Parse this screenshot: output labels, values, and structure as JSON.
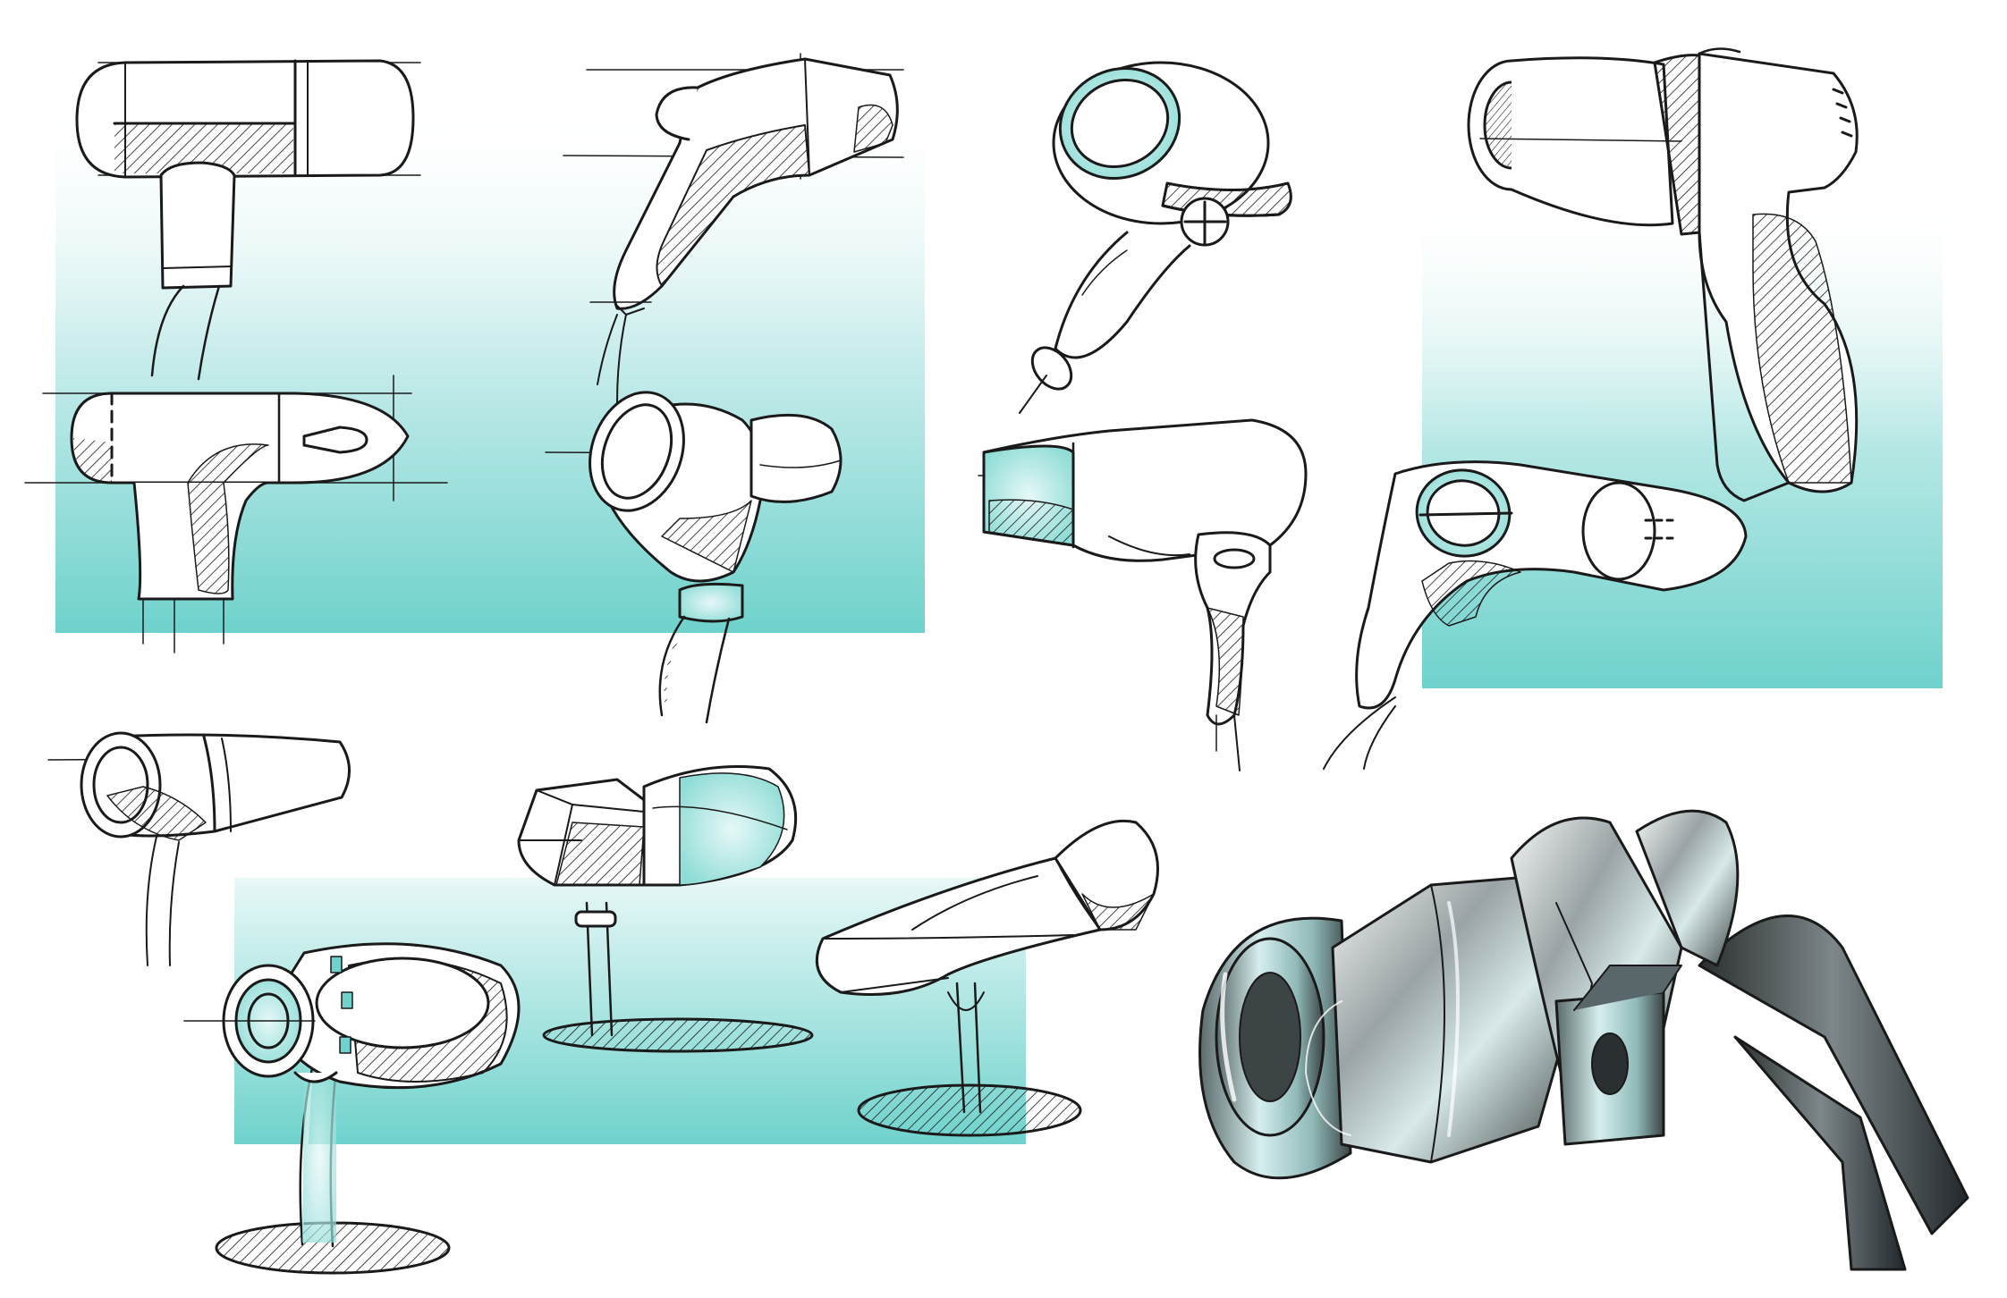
{
  "sheet": {
    "background": "#ffffff",
    "accent_wash": "#6fd2cc",
    "ink": "#1a1a1a",
    "marker_grey": "#5c6466",
    "text": []
  },
  "sketches": [
    {
      "id": "flat-front-view-top",
      "kind": "hair-dryer-sketch"
    },
    {
      "id": "side-view-angled-handle",
      "kind": "hair-dryer-sketch"
    },
    {
      "id": "perspective-nozzle-up",
      "kind": "hair-dryer-sketch"
    },
    {
      "id": "perspective-three-quarter-top-right",
      "kind": "hair-dryer-sketch"
    },
    {
      "id": "flat-side-view-middle-left",
      "kind": "hair-dryer-sketch"
    },
    {
      "id": "perspective-rear-round",
      "kind": "hair-dryer-sketch"
    },
    {
      "id": "side-view-hood-middle",
      "kind": "hair-dryer-sketch"
    },
    {
      "id": "perspective-handle-curved-right",
      "kind": "hair-dryer-sketch"
    },
    {
      "id": "perspective-lower-left",
      "kind": "hair-dryer-sketch"
    },
    {
      "id": "perspective-egg-on-stand",
      "kind": "hair-dryer-sketch"
    },
    {
      "id": "perspective-cone-nozzle",
      "kind": "hair-dryer-sketch"
    },
    {
      "id": "perspective-standing-pod",
      "kind": "hair-dryer-sketch"
    },
    {
      "id": "rendered-closeup-lower-right",
      "kind": "marker-rendering"
    }
  ]
}
